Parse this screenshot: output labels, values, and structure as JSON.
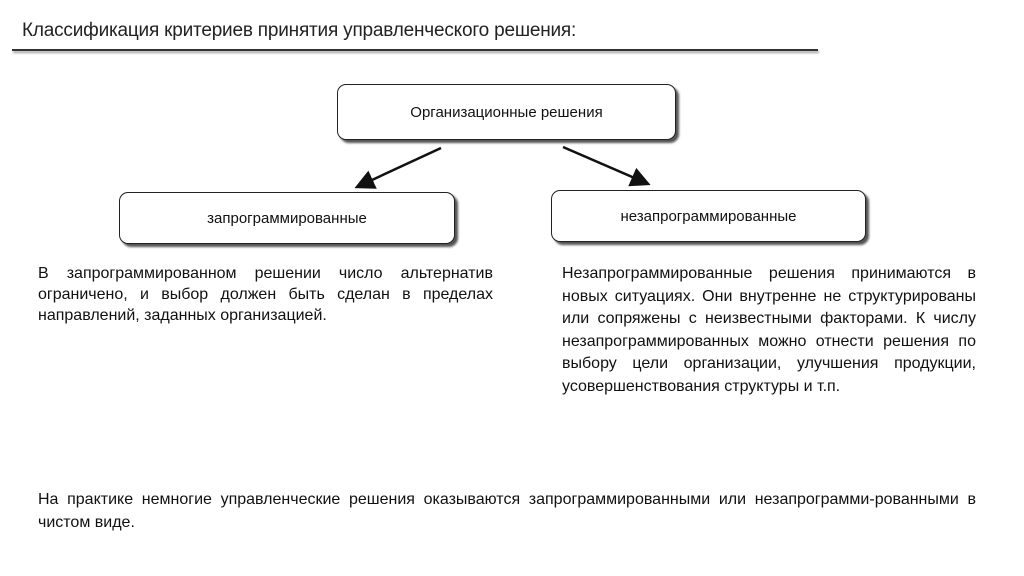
{
  "title": "Классификация критериев принятия управленческого решения:",
  "diagram": {
    "root": "Организационные решения",
    "left": "запрограммированные",
    "right": "незапрограммированные"
  },
  "left_text": "В запрограммированном решении число альтернатив ограничено, и выбор должен быть сделан в пределах направлений, заданных организацией.",
  "right_text": "Незапрограммированные решения принимаются в новых ситуациях. Они внутренне не структурированы или сопряжены с неизвестными факторами. К числу незапрограммированных можно отнести решения по выбору цели организации, улучшения продукции, усовершенствования структуры и т.п.",
  "bottom_text": "На практике немногие управленческие решения оказываются запрограммированными или незапрограмми-рованными в чистом виде."
}
